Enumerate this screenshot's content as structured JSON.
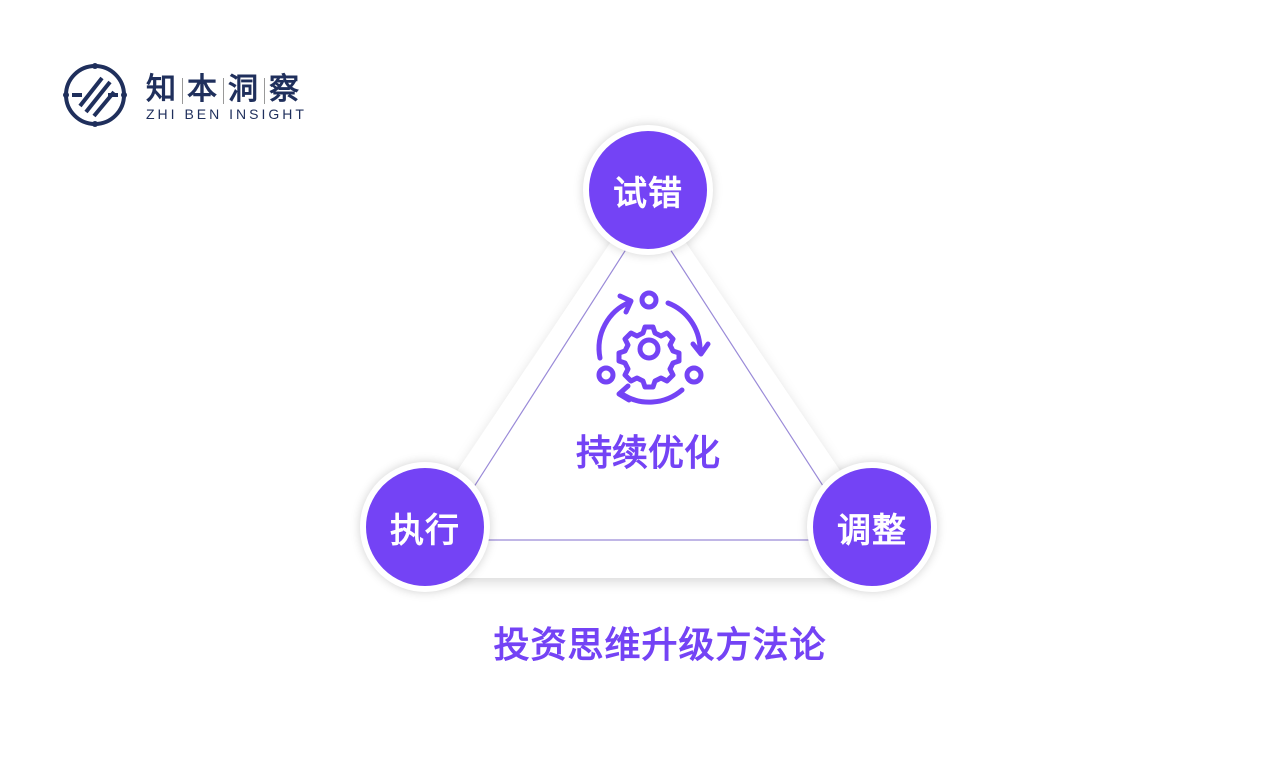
{
  "logo": {
    "cn_chars": [
      "知",
      "本",
      "洞",
      "察"
    ],
    "en": "ZHI BEN INSIGHT"
  },
  "diagram": {
    "nodes": {
      "top": "试错",
      "left": "执行",
      "right": "调整"
    },
    "center_label": "持续优化",
    "center_icon": "gear-cycle-icon",
    "title": "投资思维升级方法论"
  },
  "colors": {
    "accent": "#7443f5",
    "brand": "#1f2f5c"
  }
}
